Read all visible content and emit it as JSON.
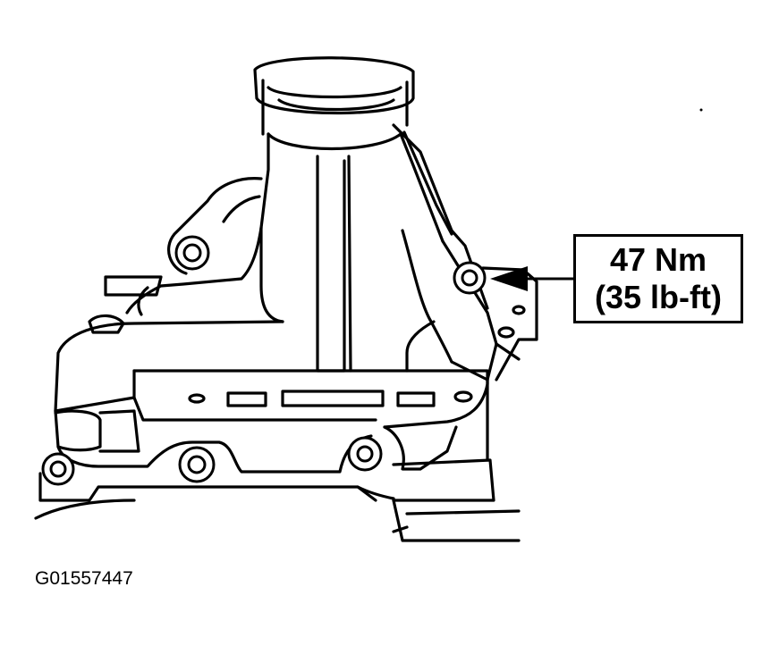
{
  "callout": {
    "torque_nm": "47 Nm",
    "torque_lbft": "(35 lb-ft)"
  },
  "figure_id": "G01557447",
  "colors": {
    "ink": "#000000",
    "paper": "#ffffff"
  }
}
